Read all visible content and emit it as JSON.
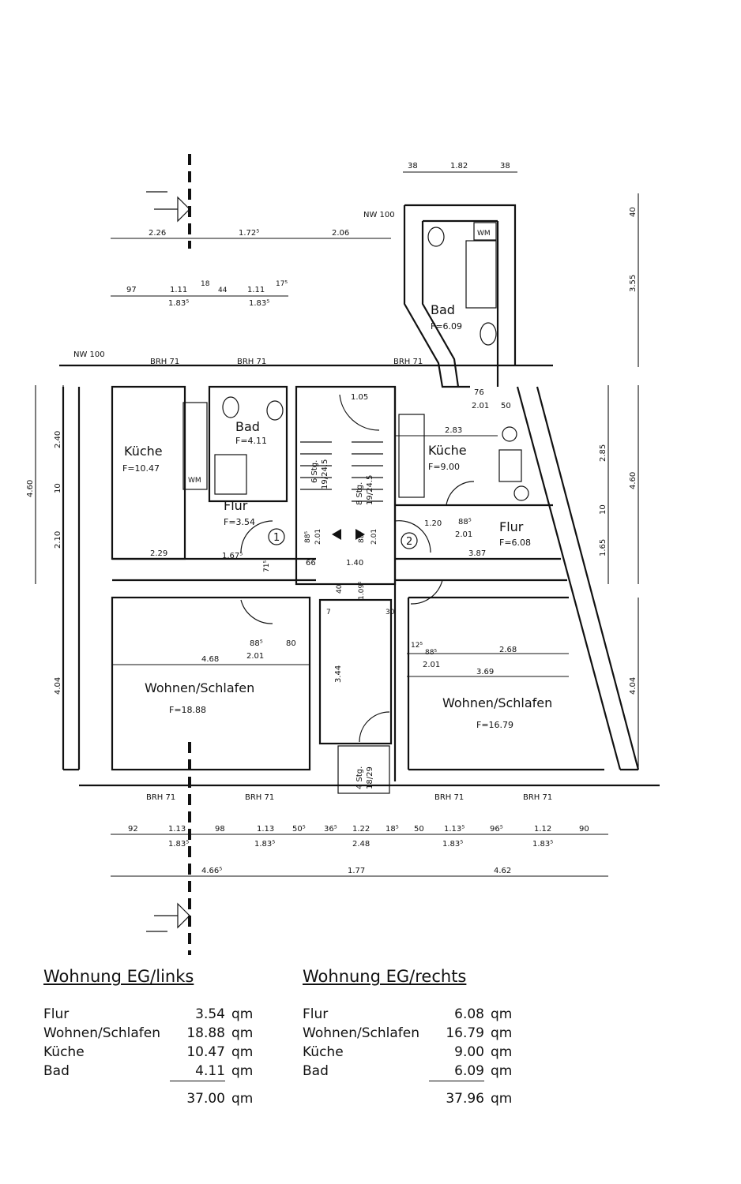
{
  "rooms": {
    "kueche_l": {
      "name": "Küche",
      "area": "F=10.47"
    },
    "bad_l": {
      "name": "Bad",
      "area": "F=4.11"
    },
    "flur_l": {
      "name": "Flur",
      "area": "F=3.54"
    },
    "wohnen_l": {
      "name": "Wohnen/Schlafen",
      "area": "F=18.88"
    },
    "bad_r": {
      "name": "Bad",
      "area": "F=6.09"
    },
    "kueche_r": {
      "name": "Küche",
      "area": "F=9.00"
    },
    "flur_r": {
      "name": "Flur",
      "area": "F=6.08"
    },
    "wohnen_r": {
      "name": "Wohnen/Schlafen",
      "area": "F=16.79"
    }
  },
  "labels": {
    "nw_top": "NW 100",
    "nw_left": "NW 100",
    "brh": "BRH 71",
    "wm": "WM",
    "unit1": "1",
    "unit2": "2",
    "stairs_up1": "6 Stg.",
    "stairs_up1b": "19/24.5",
    "stairs_up2": "8 Stg.",
    "stairs_up2b": "19/24.5",
    "stairs_bottom1": "4 Stg.",
    "stairs_bottom2": "18/29"
  },
  "dimensions": {
    "top_row1": [
      "2.26",
      "1.72⁵",
      "2.06"
    ],
    "top_row2": [
      "97",
      "1.11",
      "18",
      "44",
      "1.11",
      "17⁵"
    ],
    "top_row2b": [
      "1.83⁵",
      "1.83⁵"
    ],
    "bad_top": [
      "38",
      "1.82",
      "38"
    ],
    "right_top": [
      "40",
      "3.55"
    ],
    "right": [
      "2.85",
      "10",
      "1.65",
      "4.60",
      "4.04"
    ],
    "left": [
      "4.60",
      "2.40",
      "10",
      "2.10",
      "4.04"
    ],
    "inner": [
      "1.05",
      "76",
      "2.01",
      "50",
      "2.83",
      "1.20",
      "88⁵",
      "2.01",
      "3.87",
      "2.29",
      "1.67⁵",
      "66",
      "1.40",
      "88⁵",
      "2.01",
      "88⁵",
      "2.01",
      "71⁵",
      "40",
      "1.09⁵",
      "7",
      "30",
      "88⁵",
      "80",
      "2.01",
      "4.68",
      "12⁵",
      "88⁵",
      "2.68",
      "2.01",
      "3.69",
      "3.44"
    ],
    "bottom_row1": [
      "92",
      "1.13",
      "98",
      "1.13",
      "50⁵",
      "36⁵",
      "1.22",
      "18⁵",
      "50",
      "1.13⁵",
      "96⁵",
      "1.12",
      "90"
    ],
    "bottom_row1b": [
      "1.83⁵",
      "1.83⁵",
      "2.48",
      "1.83⁵",
      "1.83⁵"
    ],
    "bottom_row2": [
      "4.66⁵",
      "1.77",
      "4.62"
    ]
  },
  "summary": {
    "left": {
      "title": "Wohnung EG/links",
      "rows": [
        {
          "label": "Flur",
          "value": "3.54",
          "unit": "qm"
        },
        {
          "label": "Wohnen/Schlafen",
          "value": "18.88",
          "unit": "qm"
        },
        {
          "label": "Küche",
          "value": "10.47",
          "unit": "qm"
        },
        {
          "label": "Bad",
          "value": "4.11",
          "unit": "qm"
        }
      ],
      "total": "37.00",
      "total_unit": "qm"
    },
    "right": {
      "title": "Wohnung EG/rechts",
      "rows": [
        {
          "label": "Flur",
          "value": "6.08",
          "unit": "qm"
        },
        {
          "label": "Wohnen/Schlafen",
          "value": "16.79",
          "unit": "qm"
        },
        {
          "label": "Küche",
          "value": "9.00",
          "unit": "qm"
        },
        {
          "label": "Bad",
          "value": "6.09",
          "unit": "qm"
        }
      ],
      "total": "37.96",
      "total_unit": "qm"
    }
  }
}
